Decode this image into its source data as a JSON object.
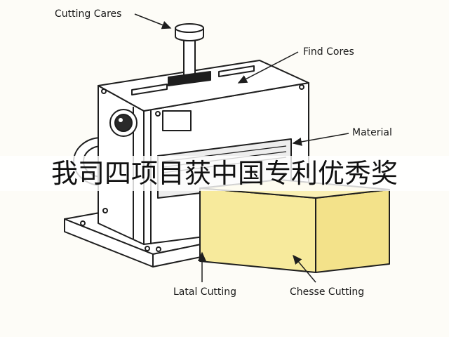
{
  "labels": {
    "cutting_cares": "Cutting Cares",
    "find_cores": "Find Cores",
    "material": "Material",
    "latal_cutting": "Latal Cutting",
    "chesse_cutting": "Chesse Cutting"
  },
  "banner": {
    "text": "我司四项目获中国专利优秀奖"
  },
  "colors": {
    "background": "#fdfcf7",
    "stroke": "#1e1e1e",
    "material_fill": "#f7ea9c",
    "machine_fill": "#ffffff"
  }
}
